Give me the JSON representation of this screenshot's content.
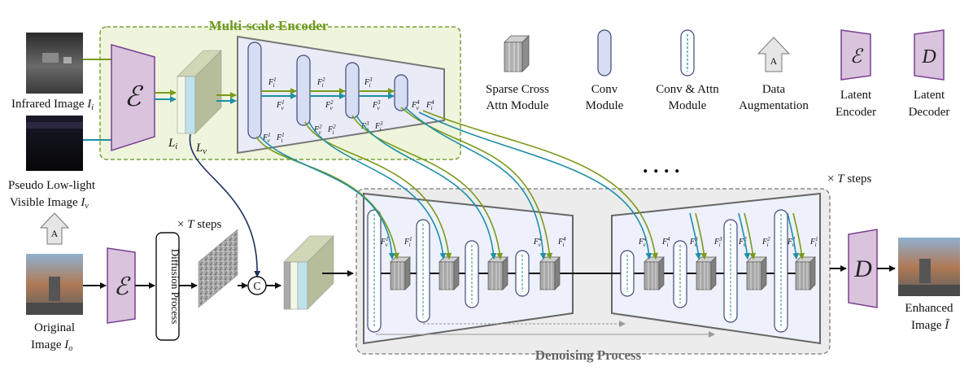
{
  "titles": {
    "encoder": "Multi-scale Encoder",
    "denoising": "Denoising Process"
  },
  "inputs": {
    "infrared_label": "Infrared Image ",
    "infrared_sym": "I",
    "infrared_sub": "i",
    "pseudo_line1": "Pseudo Low-light",
    "pseudo_line2": "Visible  Image ",
    "pseudo_sym": "I",
    "pseudo_sub": "v",
    "original_line1": "Original",
    "original_line2": "Image ",
    "original_sym": "I",
    "original_sub": "o",
    "aug_letter": "A"
  },
  "output": {
    "line1": "Enhanced",
    "line2": "Image ",
    "sym": "Ĩ"
  },
  "latent": {
    "li": "L",
    "li_sub": "i",
    "lv": "L",
    "lv_sub": "v"
  },
  "blocks": {
    "encoder_sym": "ℰ",
    "decoder_sym": "D",
    "diffusion": "Diffusion Process",
    "concat": "C",
    "steps_prefix": "× ",
    "steps_T": "T",
    "steps_suffix": " steps",
    "dots": ". . . ."
  },
  "features": {
    "fi1": "F",
    "fi1_sup": "1",
    "fi2": "F",
    "fi2_sup": "2",
    "fi3": "F",
    "fi3_sup": "3",
    "fi4": "F",
    "fi4_sup": "4",
    "sub_i": "i",
    "sub_v": "v"
  },
  "legend": {
    "sparse_line1": "Sparse Cross",
    "sparse_line2": "Attn Module",
    "conv_line1": "Conv",
    "conv_line2": "Module",
    "convattn_line1": "Conv & Attn",
    "convattn_line2": "Module",
    "aug_line1": "Data",
    "aug_line2": "Augmentation",
    "aug_letter": "A",
    "lenc_line1": "Latent",
    "lenc_line2": "Encoder",
    "ldec_line1": "Latent",
    "ldec_line2": "Decoder",
    "enc_sym": "ℰ",
    "dec_sym": "D"
  },
  "colors": {
    "green": "#7a9a1a",
    "teal": "#1f8fa6",
    "navy": "#1f2f5f",
    "purple_fill": "#d9c3dd",
    "purple_stroke": "#7b3f92",
    "encoder_bg": "#eef5dc",
    "encoder_border": "#7aa03a",
    "panel_fill": "#eef1fb",
    "block_fill": "#9a9a9a"
  }
}
